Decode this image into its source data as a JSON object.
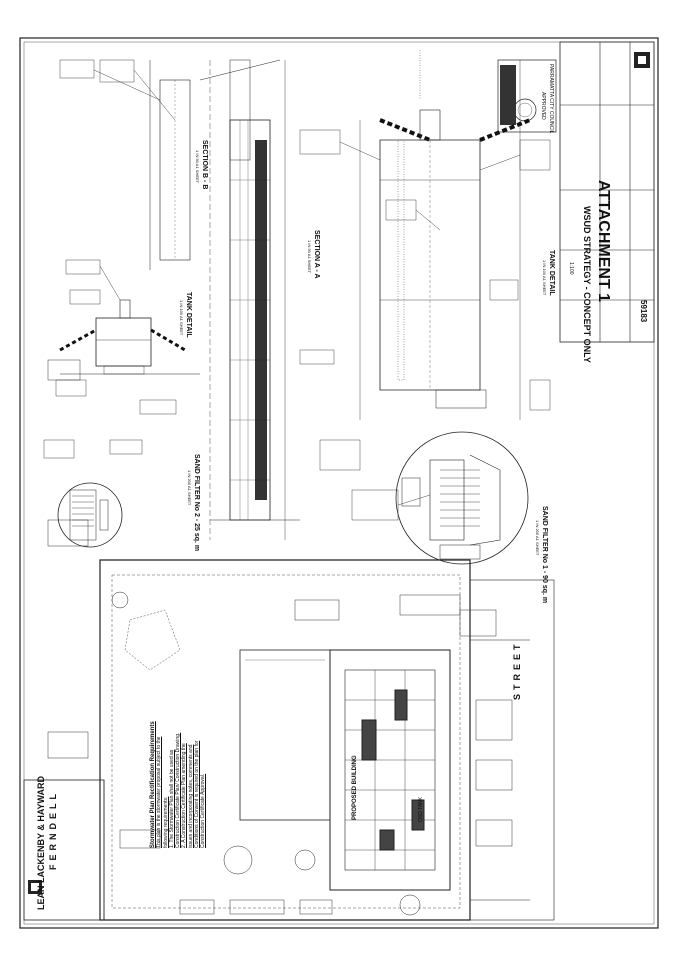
{
  "attachment": "ATTACHMENT 1",
  "strategy_title": "WSUD STRATEGY - CONCEPT ONLY",
  "job_number": "59183",
  "firm": "LEAN LACKENBY & HAYWARD",
  "council": "PARRAMATTA CITY COUNCIL",
  "approved_stamp": "APPROVED",
  "street_name_1": "FERNDELL",
  "street_name_2": "STREET",
  "scale": "1:100",
  "stormwater_notes": {
    "heading": "Stormwater Plan Rectification Requirements",
    "line1": "This plan is the stormwater proposal subject to the",
    "line2": "following requirements:",
    "line3": "1. The Stormwater Plan shall not be used as",
    "line4": "Construction Certificate Plan/ Construction Drawing.",
    "line5": "2. A Construction Certificate Plan amending the",
    "line6": "issues and incorporating notes, comments and",
    "line7": "Conditions of Consent is required on the plan for",
    "line8": "Construction Certificate Approval."
  },
  "sections": {
    "section_bb": "SECTION B - B",
    "section_aa": "SECTION A - A",
    "tank_detail_1": "TANK DETAIL",
    "tank_detail_2": "TANK DETAIL",
    "sand_filter_2": "SAND FILTER No 2 - 25 sq. m",
    "sand_filter_1": "SAND FILTER No 1 - 90 sq. m",
    "scale_50": "1 IN 50 A1 SHEET",
    "scale_100": "1 IN 100 A1 SHEET",
    "scale_200": "1 IN 200 A1 SHEET"
  },
  "proposed_building": "PROPOSED BUILDING",
  "oed_tank": "OSD TANK"
}
